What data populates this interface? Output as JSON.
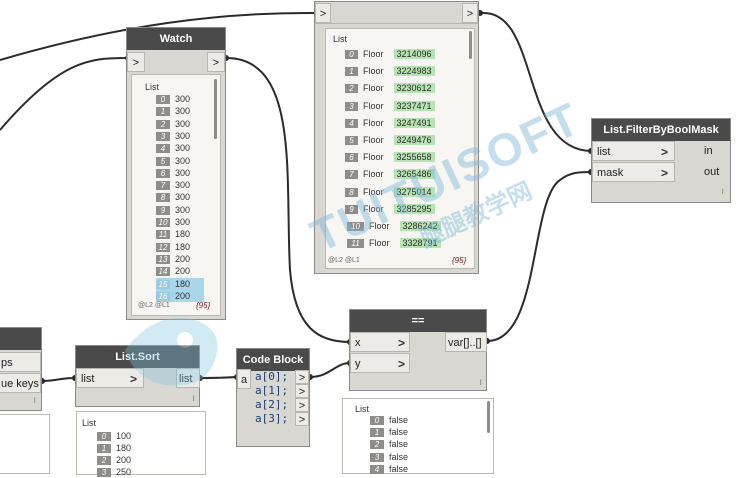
{
  "watch": {
    "title": "Watch",
    "in_port": ">",
    "out_port": ">",
    "list_header": "List",
    "footer_levels": "@L2 @L1",
    "count": "{95}",
    "rows": [
      {
        "i": "0",
        "v": "300"
      },
      {
        "i": "1",
        "v": "300"
      },
      {
        "i": "2",
        "v": "300"
      },
      {
        "i": "3",
        "v": "300"
      },
      {
        "i": "4",
        "v": "300"
      },
      {
        "i": "5",
        "v": "300"
      },
      {
        "i": "6",
        "v": "300"
      },
      {
        "i": "7",
        "v": "300"
      },
      {
        "i": "8",
        "v": "300"
      },
      {
        "i": "9",
        "v": "300"
      },
      {
        "i": "10",
        "v": "300"
      },
      {
        "i": "11",
        "v": "180"
      },
      {
        "i": "12",
        "v": "180"
      },
      {
        "i": "13",
        "v": "200"
      },
      {
        "i": "14",
        "v": "200"
      },
      {
        "i": "15",
        "v": "180"
      },
      {
        "i": "16",
        "v": "200"
      }
    ]
  },
  "floor_watch": {
    "in_port": ">",
    "out_port": ">",
    "list_header": "List",
    "footer_levels": "@L2 @L1",
    "count": "{95}",
    "rows": [
      {
        "i": "0",
        "label": "Floor",
        "v": "3214096"
      },
      {
        "i": "1",
        "label": "Floor",
        "v": "3224983"
      },
      {
        "i": "2",
        "label": "Floor",
        "v": "3230612"
      },
      {
        "i": "3",
        "label": "Floor",
        "v": "3237471"
      },
      {
        "i": "4",
        "label": "Floor",
        "v": "3247491"
      },
      {
        "i": "5",
        "label": "Floor",
        "v": "3249476"
      },
      {
        "i": "6",
        "label": "Floor",
        "v": "3255658"
      },
      {
        "i": "7",
        "label": "Floor",
        "v": "3265486"
      },
      {
        "i": "8",
        "label": "Floor",
        "v": "3275014"
      },
      {
        "i": "9",
        "label": "Floor",
        "v": "3285295"
      },
      {
        "i": "10",
        "label": "Floor",
        "v": "3286242"
      },
      {
        "i": "11",
        "label": "Floor",
        "v": "3328791"
      }
    ]
  },
  "filter": {
    "title": "List.FilterByBoolMask",
    "inputs": [
      "list",
      "mask"
    ],
    "outputs": [
      "in",
      "out"
    ],
    "footer": "l"
  },
  "sort": {
    "title": "List.Sort",
    "input": "list",
    "output": "list",
    "footer": "l",
    "preview_header": "List",
    "preview_rows": [
      {
        "i": "0",
        "v": "100"
      },
      {
        "i": "1",
        "v": "180"
      },
      {
        "i": "2",
        "v": "200"
      },
      {
        "i": "3",
        "v": "250"
      }
    ]
  },
  "left_node": {
    "ports": [
      "ps",
      "ue keys"
    ],
    "footer": "l"
  },
  "code_block": {
    "title": "Code Block",
    "input": "a",
    "lines": [
      "a[0];",
      "a[1];",
      "a[2];",
      "a[3];"
    ],
    "out_port": ">"
  },
  "equals": {
    "title": "==",
    "inputs": [
      "x",
      "y"
    ],
    "output": "var[]..[]",
    "footer": "l",
    "preview_header": "List",
    "preview_rows": [
      {
        "i": "0",
        "v": "false"
      },
      {
        "i": "1",
        "v": "false"
      },
      {
        "i": "2",
        "v": "false"
      },
      {
        "i": "3",
        "v": "false"
      },
      {
        "i": "4",
        "v": "false"
      }
    ]
  },
  "watermark": {
    "text_en": "TUITUISOFT",
    "text_cn": "腿腿教学网"
  },
  "colors": {
    "node_header": "#4a4a4a",
    "node_body": "#d9d7d2",
    "wire": "#2b2b2b",
    "number_green": "#b7e4b2",
    "highlight_blue": "#a9d6ea"
  }
}
